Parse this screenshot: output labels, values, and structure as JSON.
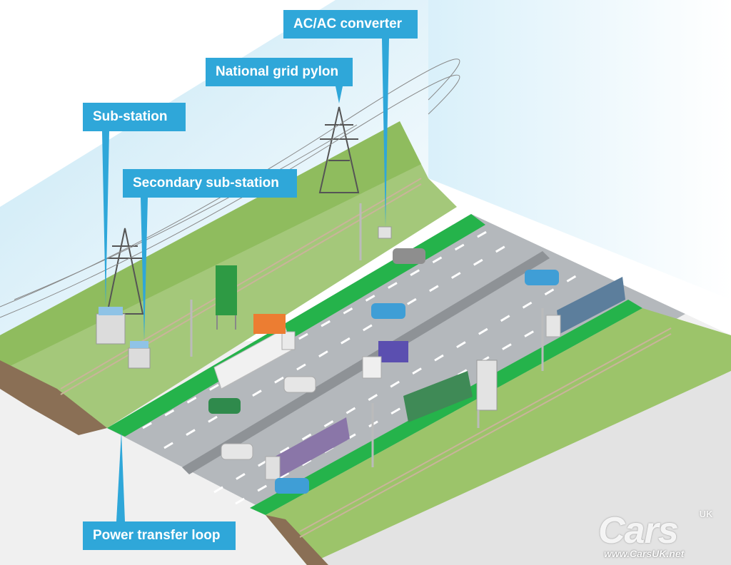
{
  "labels": {
    "ac_ac_converter": "AC/AC converter",
    "national_grid_pylon": "National grid pylon",
    "sub_station": "Sub-station",
    "secondary_sub_station": "Secondary sub-station",
    "power_transfer_loop": "Power transfer loop"
  },
  "watermark": {
    "brand": "Cars",
    "suffix": "UK",
    "url": "www.CarsUK.net"
  },
  "colors": {
    "label_bg": "#2fa7d9",
    "sky": "#d6eef8",
    "grass": "#9cc46a",
    "road": "#a9adb1",
    "loop_green": "#22b14c",
    "earth": "#8a6f55"
  }
}
